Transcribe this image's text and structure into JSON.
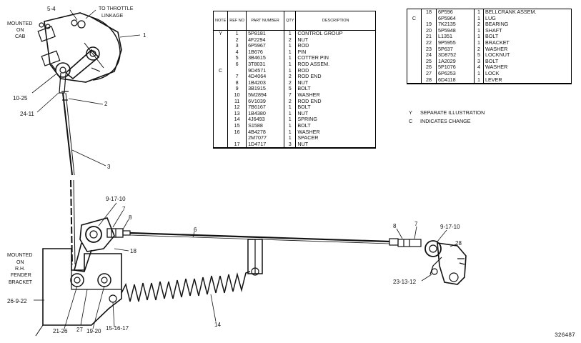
{
  "callouts": {
    "c_5_4": "5-4",
    "c_throttle": "TO THROTTLE",
    "c_linkage": "LINKAGE",
    "c_mounted_cab_1": "MOUNTED",
    "c_mounted_cab_2": "ON",
    "c_mounted_cab_3": "CAB",
    "c_1": "1",
    "c_10_25": "10-25",
    "c_24_11": "24-11",
    "c_2": "2",
    "c_3": "3",
    "c_9_17_10_left": "9-17-10",
    "c_7_left": "7",
    "c_8_left": "8",
    "c_6": "6",
    "c_18": "18",
    "c_8_right": "8",
    "c_7_right": "7",
    "c_9_17_10_right": "9-17-10",
    "c_28": "28",
    "c_23_13_12": "23-13-12",
    "c_mounted_fender_1": "MOUNTED",
    "c_mounted_fender_2": "ON",
    "c_mounted_fender_3": "R.H.",
    "c_mounted_fender_4": "FENDER",
    "c_mounted_fender_5": "BRACKET",
    "c_26_9_22": "26-9-22",
    "c_14": "14",
    "c_21_26": "21-26",
    "c_27": "27",
    "c_19_20": "19-20",
    "c_15_16_17": "15-16-17"
  },
  "table_main": {
    "headers": {
      "note": "NOTE",
      "ref": "REF NO",
      "part": "PART NUMBER",
      "qty": "QTY",
      "desc": "DESCRIPTION"
    },
    "rows": [
      {
        "note": "Y",
        "ref": "1",
        "part": "5P8181",
        "qty": "1",
        "desc": "CONTROL GROUP"
      },
      {
        "note": "",
        "ref": "2",
        "part": "4F2294",
        "qty": "2",
        "desc": "NUT"
      },
      {
        "note": "",
        "ref": "3",
        "part": "6P5967",
        "qty": "1",
        "desc": "ROD"
      },
      {
        "note": "",
        "ref": "4",
        "part": "1B676",
        "qty": "1",
        "desc": "PIN"
      },
      {
        "note": "",
        "ref": "5",
        "part": "3B4615",
        "qty": "1",
        "desc": "COTTER PIN"
      },
      {
        "note": "",
        "ref": "6",
        "part": "3T8031",
        "qty": "1",
        "desc": "ROD ASSEM."
      },
      {
        "note": "C",
        "ref": "",
        "part": "9D4571",
        "qty": "1",
        "desc": "ROD"
      },
      {
        "note": "",
        "ref": "7",
        "part": "4D4064",
        "qty": "2",
        "desc": "ROD END"
      },
      {
        "note": "",
        "ref": "8",
        "part": "1B4203",
        "qty": "2",
        "desc": "NUT"
      },
      {
        "note": "",
        "ref": "9",
        "part": "3B1915",
        "qty": "5",
        "desc": "BOLT"
      },
      {
        "note": "",
        "ref": "10",
        "part": "5M2894",
        "qty": "7",
        "desc": "WASHER"
      },
      {
        "note": "",
        "ref": "11",
        "part": "6V1039",
        "qty": "2",
        "desc": "ROD END"
      },
      {
        "note": "",
        "ref": "12",
        "part": "7B6167",
        "qty": "1",
        "desc": "BOLT"
      },
      {
        "note": "",
        "ref": "13",
        "part": "1B4380",
        "qty": "1",
        "desc": "NUT"
      },
      {
        "note": "",
        "ref": "14",
        "part": "4J6493",
        "qty": "1",
        "desc": "SPRING"
      },
      {
        "note": "",
        "ref": "15",
        "part": "S1588",
        "qty": "1",
        "desc": "BOLT"
      },
      {
        "note": "",
        "ref": "16",
        "part": "4B4278",
        "qty": "1",
        "desc": "WASHER"
      },
      {
        "note": "",
        "ref": "",
        "part": "2M7077",
        "qty": "1",
        "desc": "SPACER"
      },
      {
        "note": "",
        "ref": "17",
        "part": "1D4717",
        "qty": "3",
        "desc": "NUT"
      }
    ]
  },
  "table_right": {
    "rows": [
      {
        "note": "",
        "ref": "18",
        "part": "6P596",
        "qty": "1",
        "desc": "BELLCRANK ASSEM."
      },
      {
        "note": "C",
        "ref": "",
        "part": "6P5964",
        "qty": "1",
        "desc": "LUG"
      },
      {
        "note": "",
        "ref": "19",
        "part": "7K2135",
        "qty": "2",
        "desc": "BEARING"
      },
      {
        "note": "",
        "ref": "20",
        "part": "5P5948",
        "qty": "1",
        "desc": "SHAFT"
      },
      {
        "note": "",
        "ref": "21",
        "part": "L1351",
        "qty": "1",
        "desc": "BOLT"
      },
      {
        "note": "",
        "ref": "22",
        "part": "9P5955",
        "qty": "1",
        "desc": "BRACKET"
      },
      {
        "note": "",
        "ref": "23",
        "part": "5P637",
        "qty": "2",
        "desc": "WASHER"
      },
      {
        "note": "",
        "ref": "24",
        "part": "3D8752",
        "qty": "5",
        "desc": "LOCKNUT"
      },
      {
        "note": "",
        "ref": "25",
        "part": "1A2029",
        "qty": "3",
        "desc": "BOLT"
      },
      {
        "note": "",
        "ref": "26",
        "part": "5P1076",
        "qty": "4",
        "desc": "WASHER"
      },
      {
        "note": "",
        "ref": "27",
        "part": "6P6253",
        "qty": "1",
        "desc": "LOCK"
      },
      {
        "note": "",
        "ref": "28",
        "part": "6D4118",
        "qty": "1",
        "desc": "LEVER"
      }
    ]
  },
  "legend": {
    "y_key": "Y",
    "y_text": "SEPARATE ILLUSTRATION",
    "c_key": "C",
    "c_text": "INDICATES CHANGE"
  },
  "figure_number": "326487"
}
